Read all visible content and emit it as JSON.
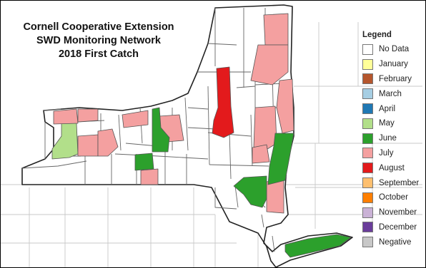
{
  "title_lines": [
    "Cornell Cooperative Extension",
    "SWD Monitoring Network",
    "2018 First Catch"
  ],
  "legend": {
    "title": "Legend",
    "items": [
      {
        "label": "No Data",
        "color": "#ffffff"
      },
      {
        "label": "January",
        "color": "#ffff99"
      },
      {
        "label": "February",
        "color": "#b5562d"
      },
      {
        "label": "March",
        "color": "#a6cee3"
      },
      {
        "label": "April",
        "color": "#1f78b4"
      },
      {
        "label": "May",
        "color": "#b2df8a"
      },
      {
        "label": "June",
        "color": "#2ca02c"
      },
      {
        "label": "July",
        "color": "#f4a0a0"
      },
      {
        "label": "August",
        "color": "#e31a1c"
      },
      {
        "label": "September",
        "color": "#fdbf6f"
      },
      {
        "label": "October",
        "color": "#ff7f00"
      },
      {
        "label": "November",
        "color": "#cab2d6"
      },
      {
        "label": "December",
        "color": "#6a3d9a"
      },
      {
        "label": "Negative",
        "color": "#c8c8c8"
      }
    ]
  },
  "map_colors": {
    "state_fill": "#ffffff",
    "county_border": "#666666",
    "neighbor_border": "#c8c8c8"
  }
}
